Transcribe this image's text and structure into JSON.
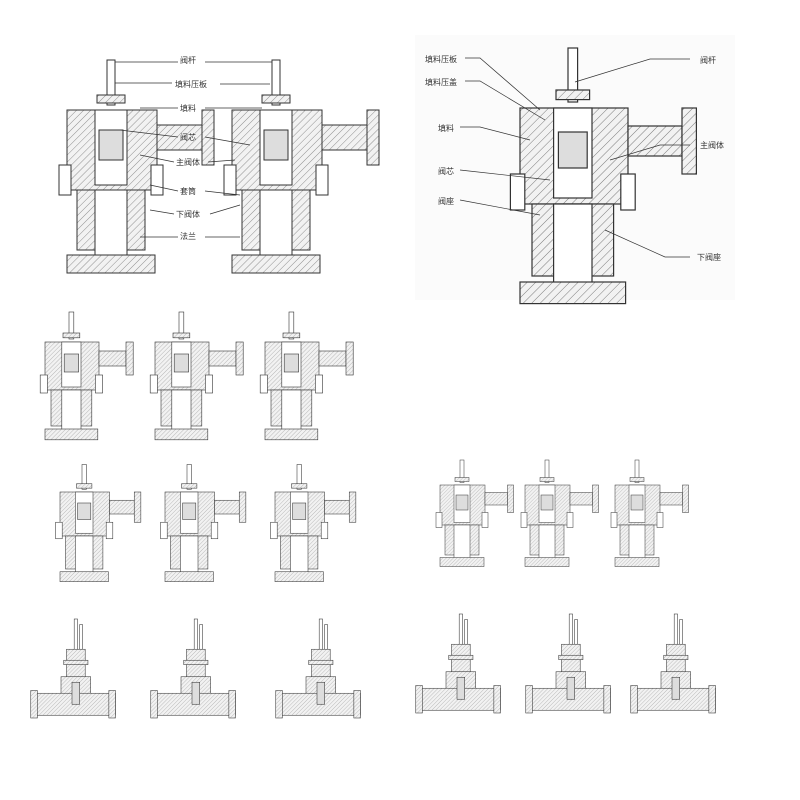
{
  "diagram_a": {
    "labels": [
      "阀杆",
      "填料压板",
      "填料",
      "阀芯",
      "主阀体",
      "套筒",
      "下阀体",
      "法兰"
    ]
  },
  "diagram_b": {
    "labels_left": [
      "填料压板",
      "填料压盖",
      "填料",
      "阀芯",
      "阀座"
    ],
    "labels_right": [
      "阀杆",
      "主阀体",
      "下阀座"
    ]
  },
  "colors": {
    "line": "#333333",
    "hatch": "#777777",
    "fill": "#e8e8e8"
  }
}
